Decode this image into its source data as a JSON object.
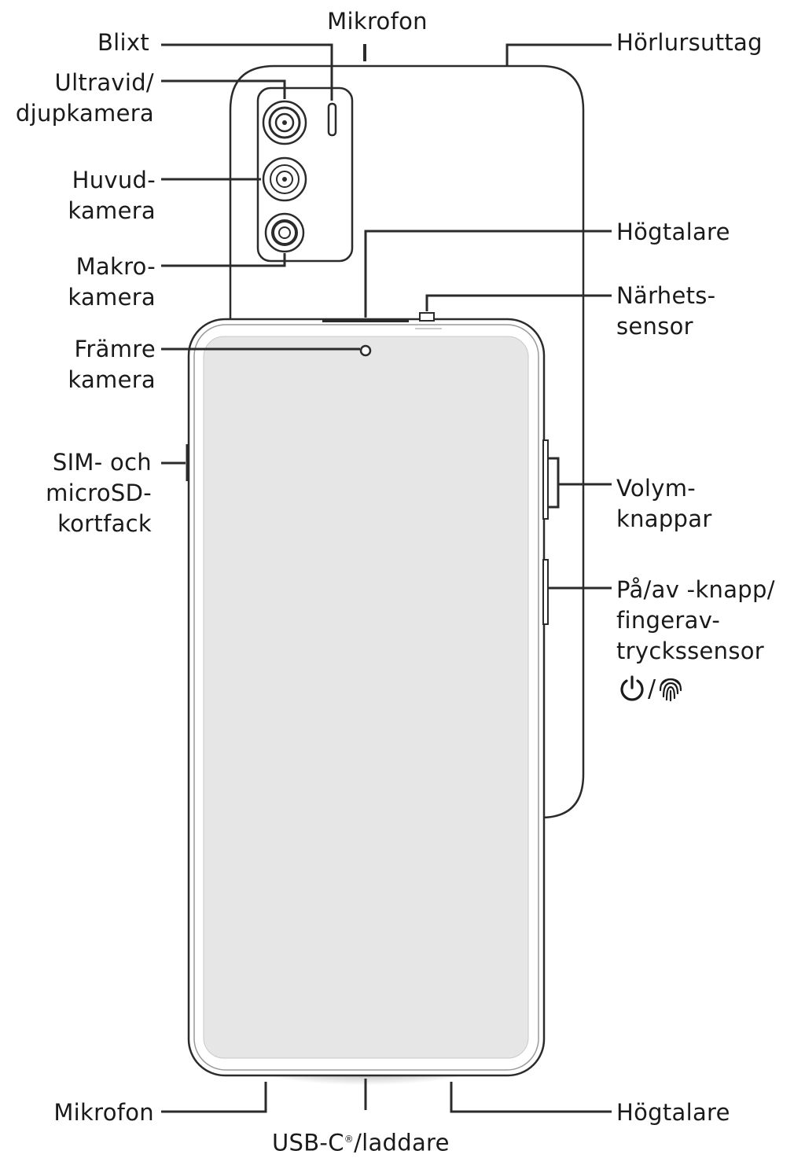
{
  "labels": {
    "mic_top": "Mikrofon",
    "flash": "Blixt",
    "headphone": "Hörlursuttag",
    "ultrawide": "Ultravid/\ndjupkamera",
    "main_camera": "Huvud-\nkamera",
    "speaker_top": "Högtalare",
    "macro_camera": "Makro-\nkamera",
    "proximity": "Närhets-\nsensor",
    "front_camera": "Främre\nkamera",
    "sim_tray": "SIM- och\nmicroSD-\nkortfack",
    "volume": "Volym-\nknappar",
    "power": "På/av -knapp/\nfingerav-\ntryckssensor",
    "mic_bottom": "Mikrofon",
    "usb": "USB-C",
    "usb_reg": "®",
    "usb_suffix": "/laddare",
    "speaker_bottom": "Högtalare"
  },
  "symbols": {
    "power_icon": "power-icon",
    "slash": "/",
    "fingerprint_icon": "fingerprint-icon"
  },
  "colors": {
    "outline": "#2b2b2b",
    "screen": "#e6e6e6",
    "text": "#1a1a1a"
  }
}
